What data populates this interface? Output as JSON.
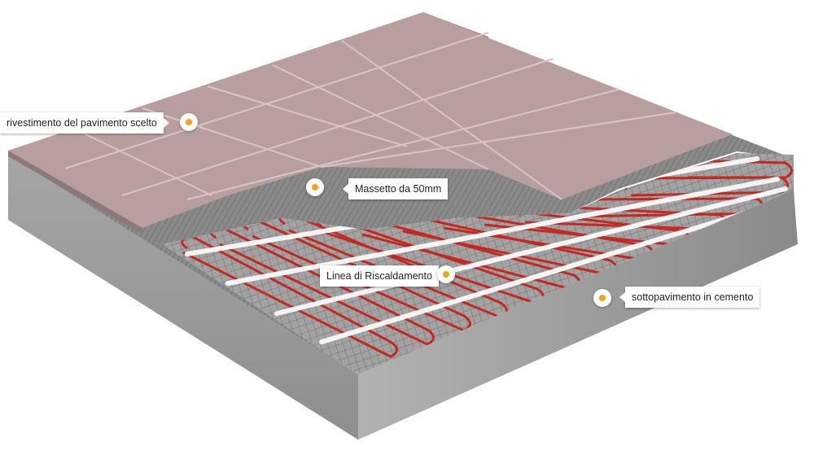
{
  "labels": {
    "floor_covering": "rivestimento del pavimento scelto",
    "screed": "Massetto da 50mm",
    "heating_line": "Linea di Riscaldamento",
    "subfloor": "sottopavimento in cemento"
  },
  "colors": {
    "tile": "#b99e9e",
    "tile_grout": "#d8c6c6",
    "screed": "#7d7d7d",
    "mesh": "#9a9a9a",
    "concrete": "#9c9c9c",
    "heating_cable": "#c62820",
    "spacer_strip": "#f2f2f2",
    "marker_dot": "#f2a516"
  }
}
